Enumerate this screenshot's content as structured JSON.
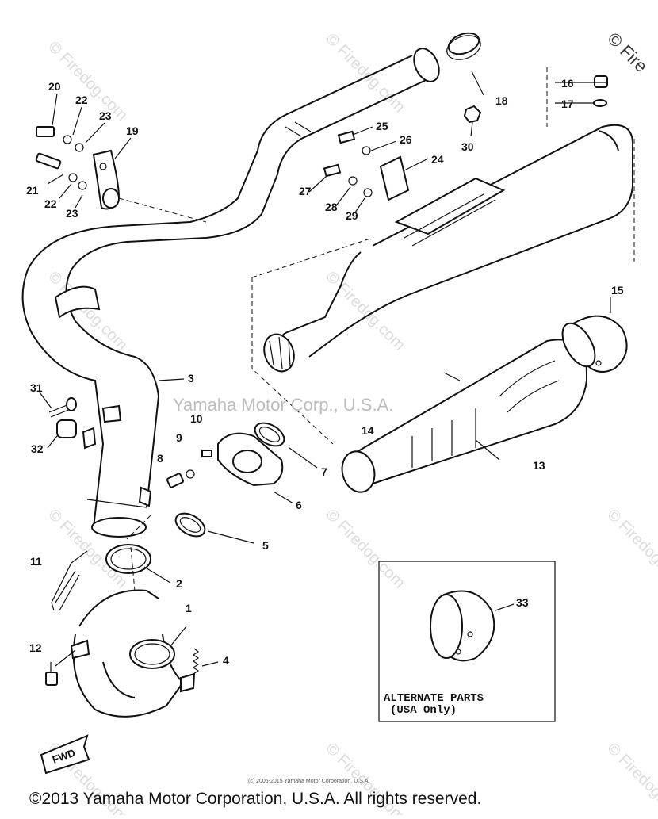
{
  "watermark": {
    "brand_text": "Yamaha Motor Corp., U.S.A.",
    "site_text": "© Firedog.com",
    "corner_text": "© Fire"
  },
  "labels": {
    "p1": "1",
    "p2": "2",
    "p3": "3",
    "p4": "4",
    "p5": "5",
    "p6": "6",
    "p7": "7",
    "p8": "8",
    "p9": "9",
    "p10": "10",
    "p11": "11",
    "p12": "12",
    "p13": "13",
    "p14": "14",
    "p15": "15",
    "p16": "16",
    "p17": "17",
    "p18": "18",
    "p19": "19",
    "p20": "20",
    "p21": "21",
    "p22a": "22",
    "p22b": "22",
    "p23a": "23",
    "p23b": "23",
    "p24": "24",
    "p25": "25",
    "p26": "26",
    "p27": "27",
    "p28": "28",
    "p29": "29",
    "p30": "30",
    "p31": "31",
    "p32": "32",
    "p33": "33"
  },
  "alternate": {
    "line1": "ALTERNATE PARTS",
    "line2": "(USA Only)"
  },
  "fwd_text": "FWD",
  "copyright_small": "(c) 2005-2015 Yamaha Motor Corporation, U.S.A.",
  "copyright_main": "©2013 Yamaha Motor Corporation, U.S.A. All rights reserved."
}
